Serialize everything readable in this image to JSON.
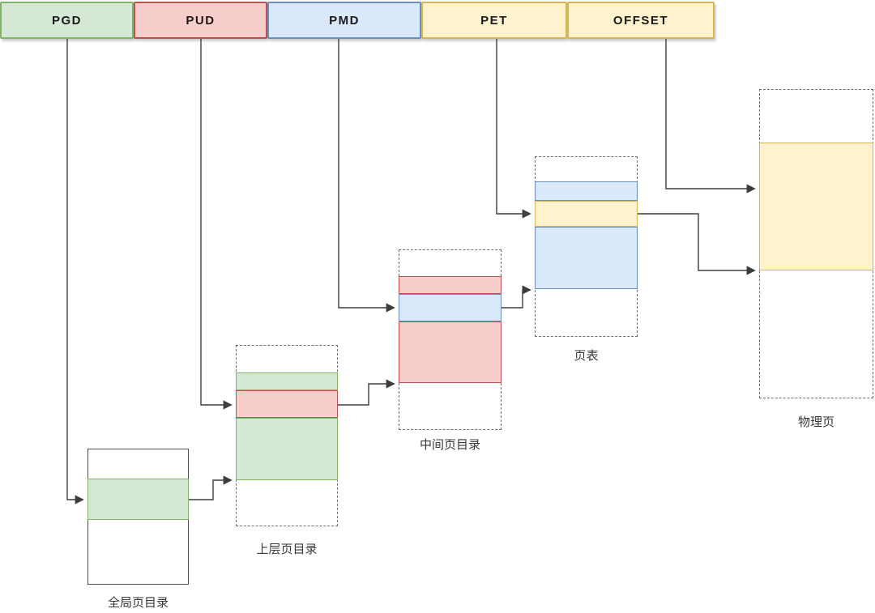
{
  "bar": {
    "segments": [
      {
        "id": "pgd",
        "label": "PGD",
        "color": "green"
      },
      {
        "id": "pud",
        "label": "PUD",
        "color": "red"
      },
      {
        "id": "pmd",
        "label": "PMD",
        "color": "blue"
      },
      {
        "id": "pet",
        "label": "PET",
        "color": "yellow"
      },
      {
        "id": "offset",
        "label": "OFFSET",
        "color": "yellow"
      }
    ]
  },
  "boxes": [
    {
      "id": "global-page-directory",
      "label": "全局页目录",
      "border": "solid",
      "bands": [
        "green"
      ]
    },
    {
      "id": "upper-page-directory",
      "label": "上层页目录",
      "border": "dashed",
      "bands": [
        "green",
        "red",
        "green"
      ]
    },
    {
      "id": "middle-page-directory",
      "label": "中间页目录",
      "border": "dashed",
      "bands": [
        "red",
        "blue",
        "red"
      ]
    },
    {
      "id": "page-table",
      "label": "页表",
      "border": "dashed",
      "bands": [
        "blue",
        "yellow",
        "blue"
      ]
    },
    {
      "id": "physical-page",
      "label": "物理页",
      "border": "dashed",
      "bands": [
        "yellow"
      ]
    }
  ],
  "palette": {
    "green": {
      "fill": "#d5e8d4",
      "stroke": "#82b366"
    },
    "red": {
      "fill": "#f8cecc",
      "stroke": "#b85450"
    },
    "blue": {
      "fill": "#dae8fc",
      "stroke": "#6c8ebf"
    },
    "yellow": {
      "fill": "#fff2cc",
      "stroke": "#d6b656"
    },
    "connector": "#3d3d3d"
  }
}
